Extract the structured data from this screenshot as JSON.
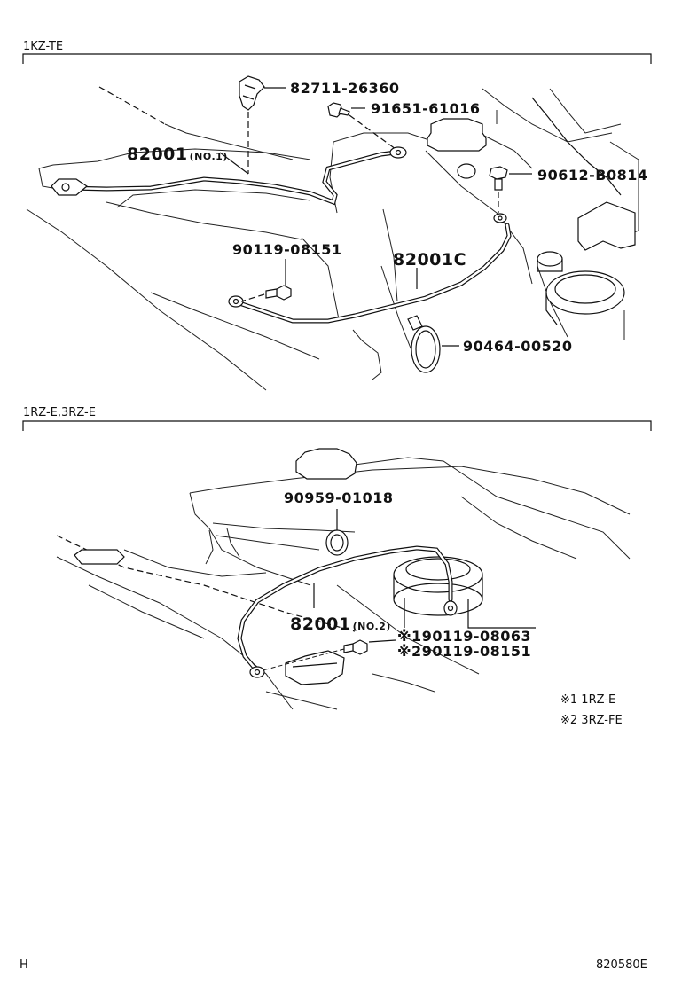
{
  "sections": [
    {
      "title": "1KZ-TE",
      "parts": {
        "clamp": "82711-26360",
        "bolt_top": "91651-61016",
        "bolt_right": "90612-B0814",
        "cable_no1_number": "82001",
        "cable_no1_suffix": "(NO.1)",
        "bolt_left": "90119-08151",
        "cable_c": "82001C",
        "hose_clamp": "90464-00520"
      }
    },
    {
      "title": "1RZ-E,3RZ-E",
      "parts": {
        "hose_clamp": "90959-01018",
        "cable_no2_number": "82001",
        "cable_no2_suffix": "(NO.2)",
        "bolt_a": "※190119-08063",
        "bolt_b": "※290119-08151"
      }
    }
  ],
  "notes": [
    "※1 1RZ-E",
    "※2 3RZ-FE"
  ],
  "footer": {
    "left": "H",
    "right": "820580E"
  }
}
